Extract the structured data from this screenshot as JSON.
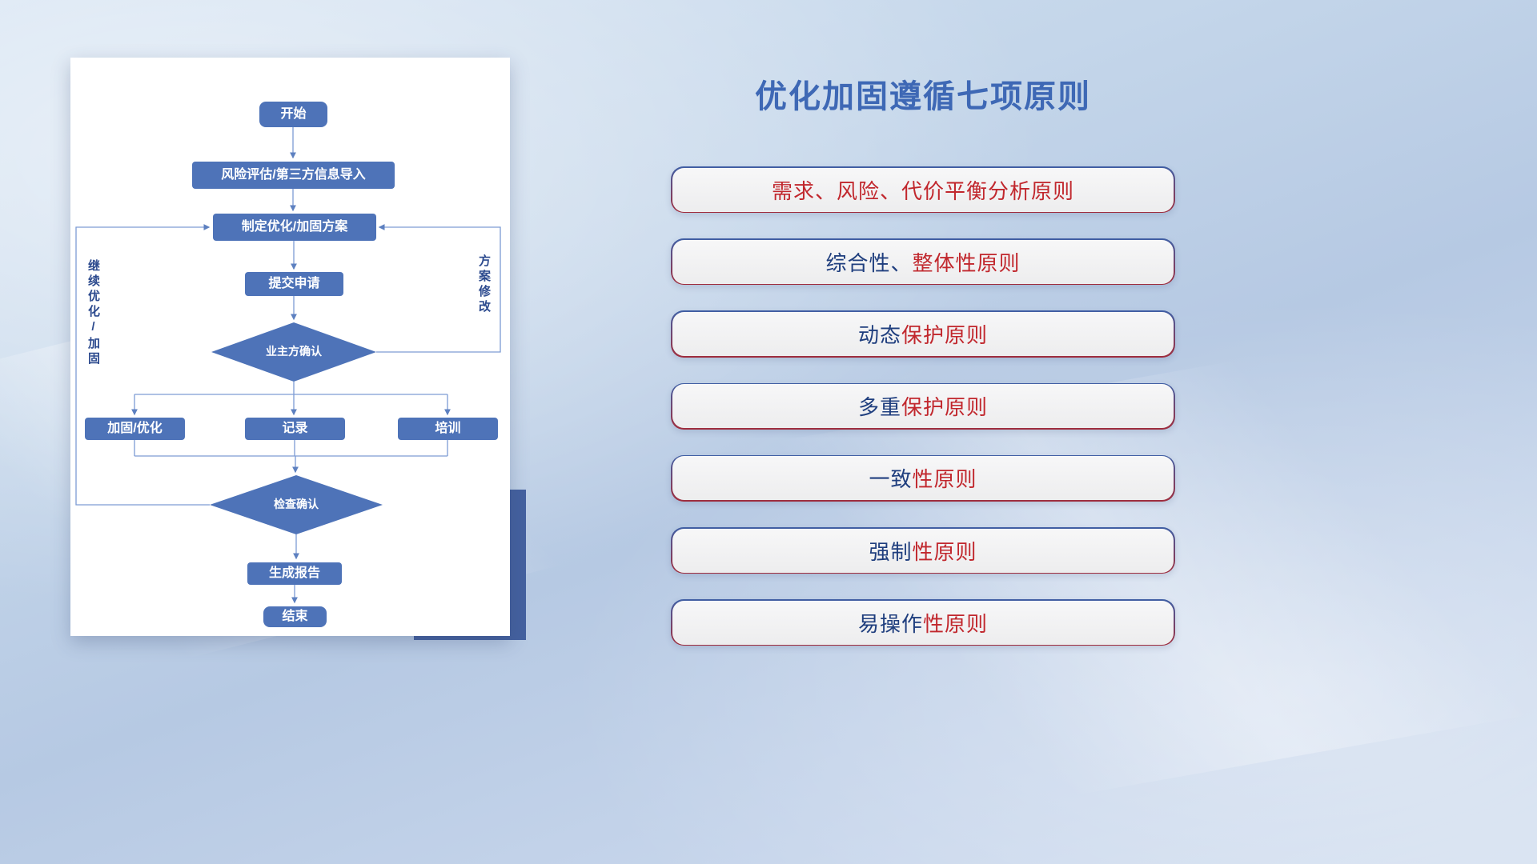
{
  "flowchart": {
    "nodes": {
      "start": "开始",
      "risk_import": "风险评估/第三方信息导入",
      "make_plan": "制定优化/加固方案",
      "submit_request": "提交申请",
      "owner_confirm": "业主方确认",
      "reinforce_optimize": "加固/优化",
      "record": "记录",
      "training": "培训",
      "check_confirm": "检查确认",
      "generate_report": "生成报告",
      "end": "结束"
    },
    "edge_labels": {
      "left_loop": "继续优化/加固",
      "right_loop": "方案修改"
    }
  },
  "principles": {
    "title": "优化加固遵循七项原则",
    "items": [
      {
        "blue": "",
        "red": "需求、风险、代价平衡分析原则"
      },
      {
        "blue": "综合性、",
        "red": "整体性原则"
      },
      {
        "blue": "动态",
        "red": "保护原则"
      },
      {
        "blue": "多重",
        "red": "保护原则"
      },
      {
        "blue": "一致",
        "red": "性原则"
      },
      {
        "blue": "强制",
        "red": "性原则"
      },
      {
        "blue": "易操作",
        "red": "性原则"
      }
    ]
  },
  "colors": {
    "node_blue": "#4e73b8",
    "line_blue": "#7d9cd4",
    "arrow_blue": "#5d80c0",
    "title_blue": "#3e68b5",
    "principle_navy": "#1f3e7e",
    "principle_red": "#c1272d",
    "pill_bg": "#ededee",
    "accent_navy_block": "#44619f"
  }
}
